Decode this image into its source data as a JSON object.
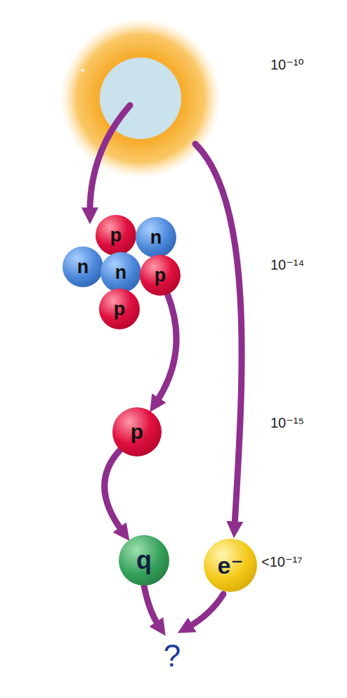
{
  "diagram": {
    "nodes": [
      {
        "text": [
          "p"
        ]
      },
      {
        "text": [
          "n"
        ]
      },
      {
        "text": [
          "n"
        ]
      },
      {
        "text": [
          "n"
        ]
      },
      {
        "text": [
          "p"
        ]
      },
      {
        "text": [
          "p"
        ]
      },
      {
        "text": [
          "p"
        ]
      },
      {
        "text": [
          "q"
        ]
      },
      {
        "text": [
          "e⁻"
        ]
      }
    ],
    "edges": [
      {
        "from": 4,
        "to": 6,
        "arrow": "to"
      },
      {
        "from": 6,
        "to": 7,
        "arrow": "to"
      }
    ],
    "labels": [
      "10⁻¹⁰",
      "10⁻¹⁴",
      "10⁻¹⁵",
      "<10⁻¹⁷",
      "?"
    ]
  }
}
